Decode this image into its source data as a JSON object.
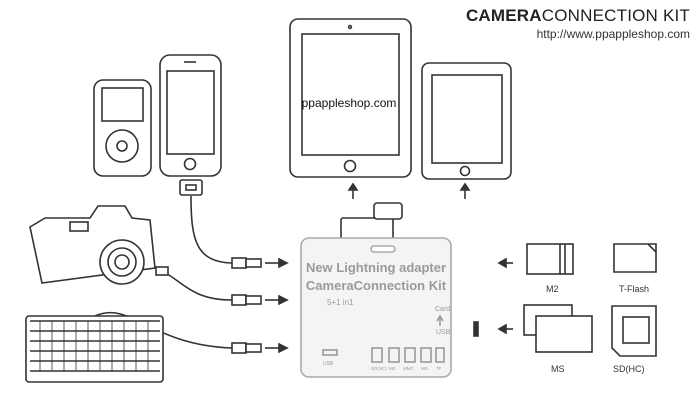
{
  "header": {
    "title_bold": "CAMERA",
    "title_rest": "CONNECTION KIT",
    "url": "http://www.ppappleshop.com"
  },
  "ipad_screen_text": "ppappleshop.com",
  "adapter": {
    "line1": "New Lightning adapter",
    "line2": "CameraConnection Kit",
    "line3": "5+1 in1",
    "port_card": "Card",
    "port_usb": "USB",
    "port_usb_left": "USB",
    "slot_labels": [
      "SD(HC)",
      "M2",
      "MMC",
      "MS",
      "TF"
    ]
  },
  "cards": {
    "m2": "M2",
    "tflash": "T-Flash",
    "ms": "MS",
    "sdhc": "SD(HC)"
  },
  "colors": {
    "line": "#333333",
    "adapter_fill": "#f4f4f4",
    "adapter_text": "#9a9a9a"
  }
}
